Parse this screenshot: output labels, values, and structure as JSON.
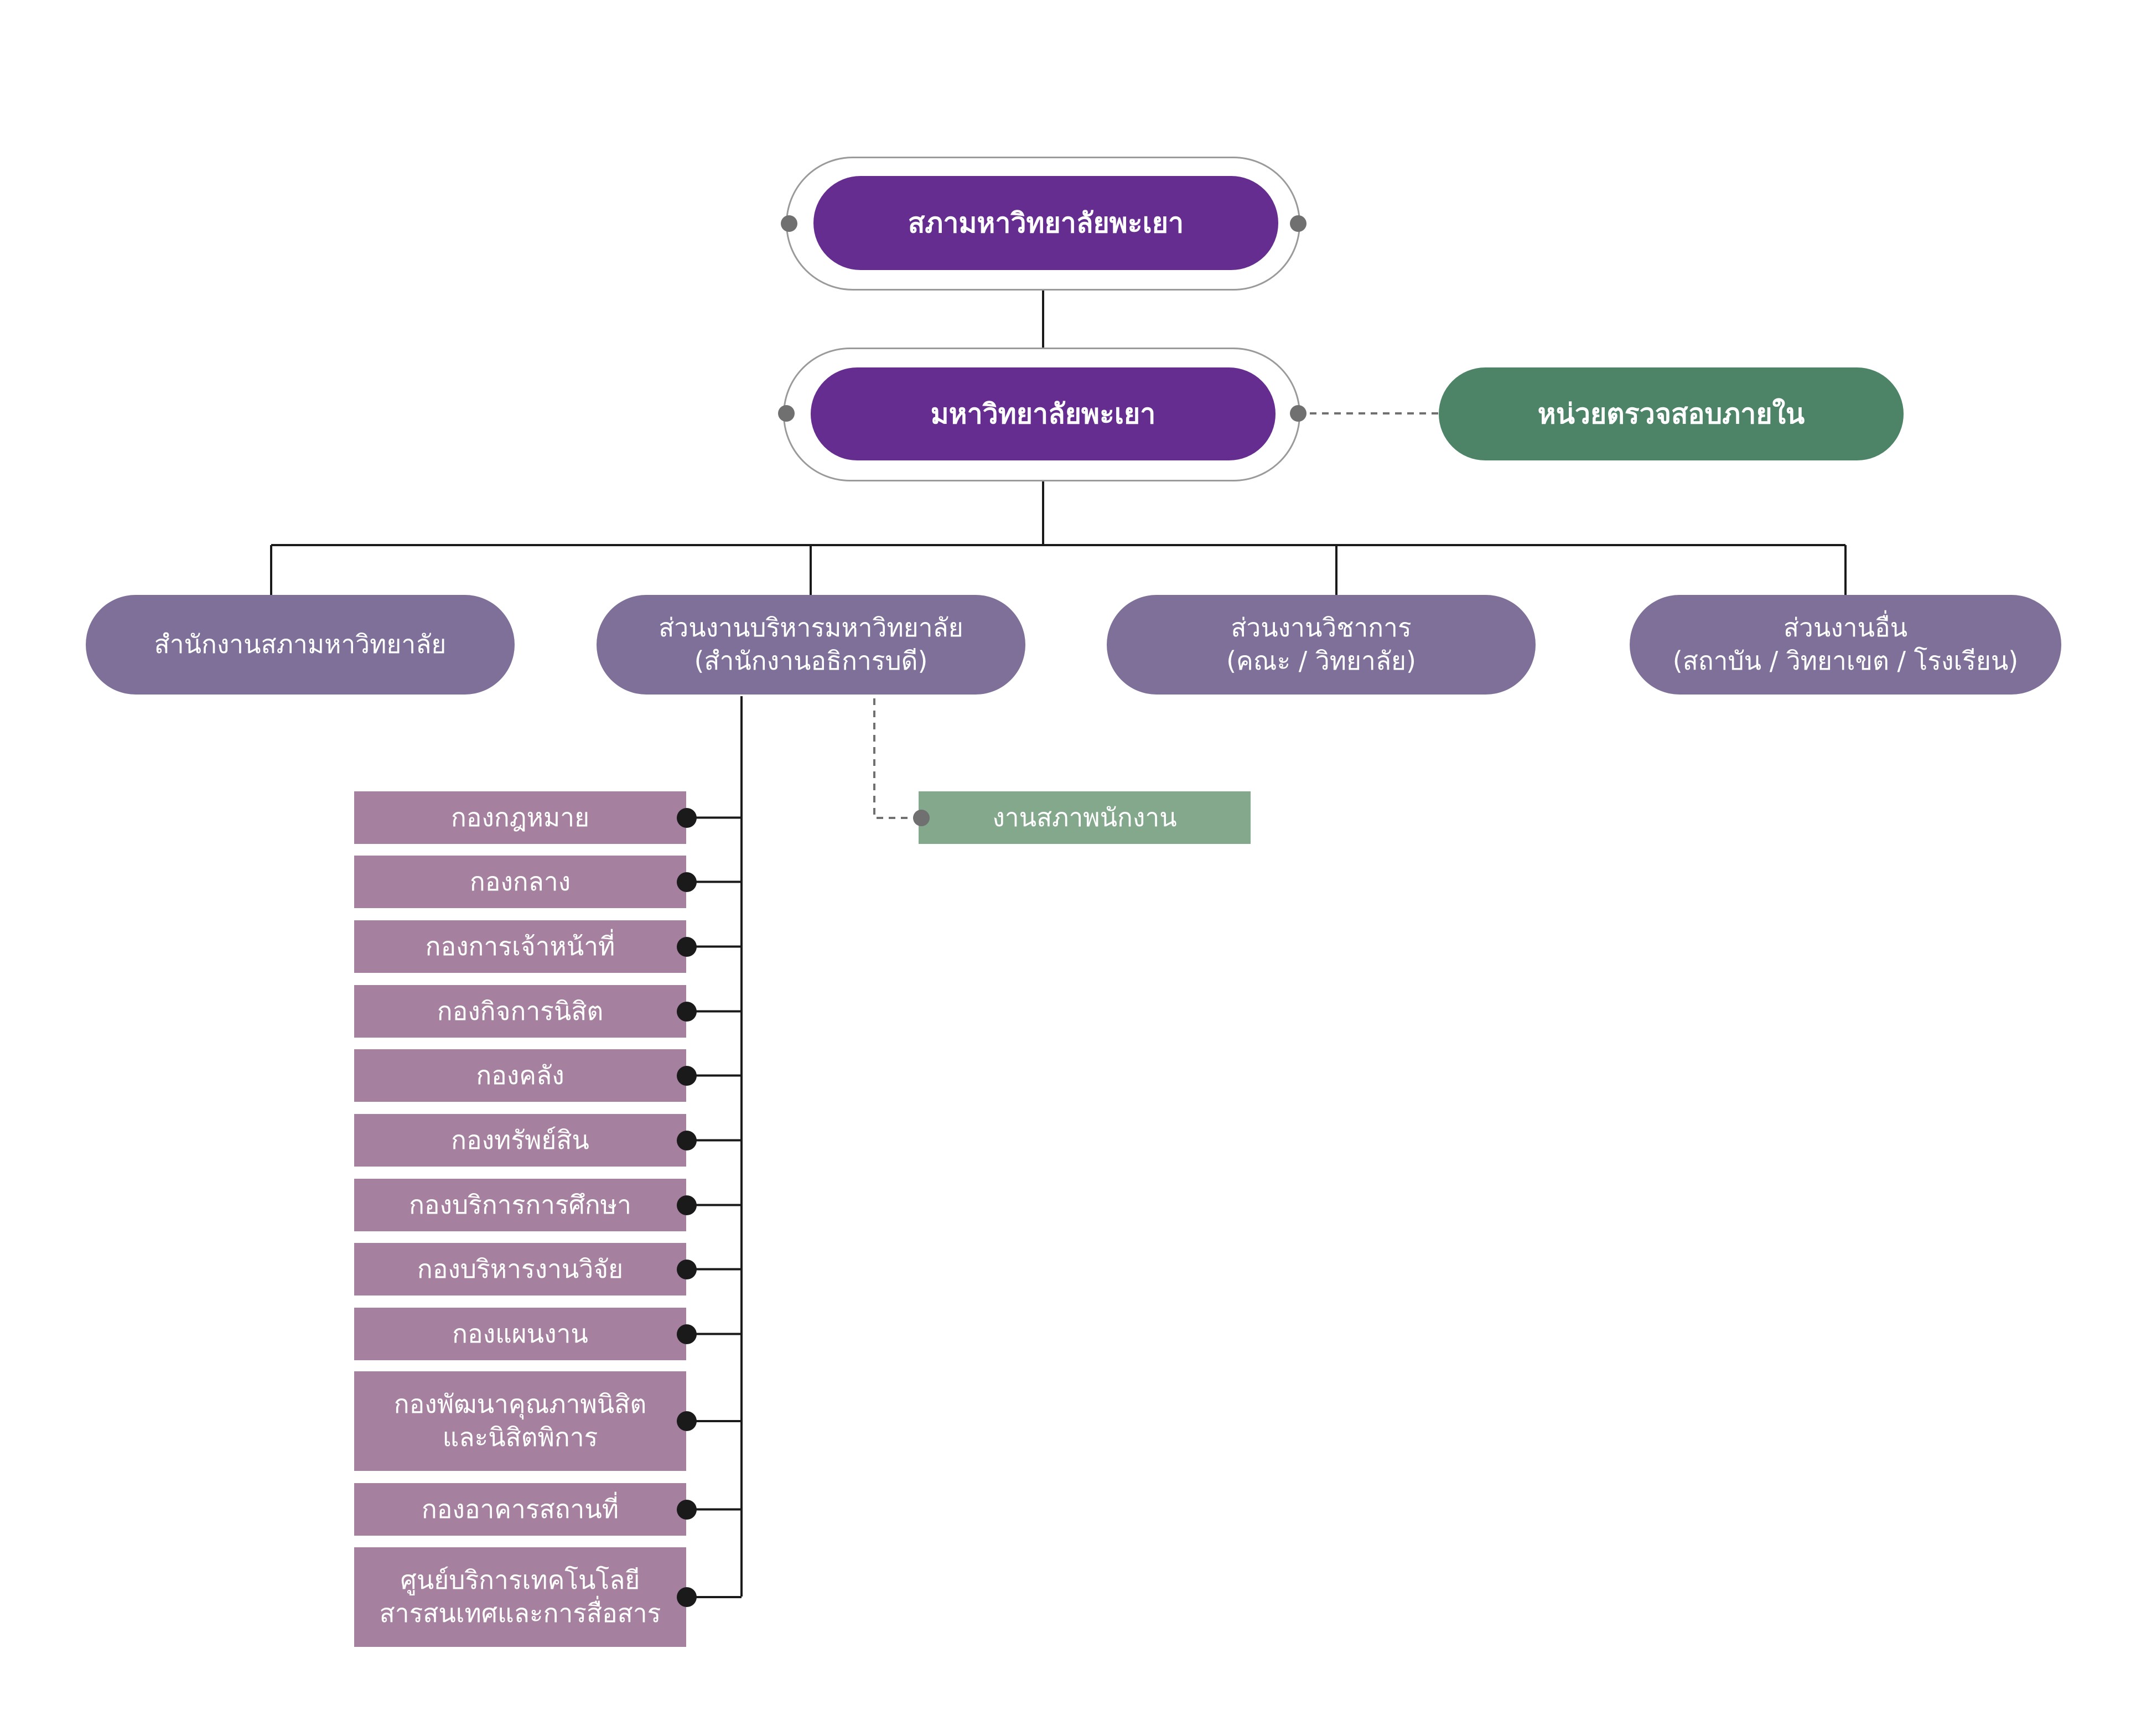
{
  "colors": {
    "primary_purple": "#662D91",
    "level2_purple": "#7E7099",
    "division_mauve": "#A6819F",
    "audit_green": "#4D8467",
    "union_green": "#83A88C",
    "line": "#1a1a1a",
    "dash": "#707070"
  },
  "top": {
    "council": "สภามหาวิทยาลัยพะเยา",
    "university": "มหาวิทยาลัยพะเยา",
    "audit": "หน่วยตรวจสอบภายใน"
  },
  "level2": [
    {
      "line1": "สำนักงานสภามหาวิทยาลัย",
      "line2": ""
    },
    {
      "line1": "ส่วนงานบริหารมหาวิทยาลัย",
      "line2": "(สำนักงานอธิการบดี)"
    },
    {
      "line1": "ส่วนงานวิชาการ",
      "line2": "(คณะ / วิทยาลัย)"
    },
    {
      "line1": "ส่วนงานอื่น",
      "line2": "(สถาบัน / วิทยาเขต / โรงเรียน)"
    }
  ],
  "staff_union": "งานสภาพนักงาน",
  "divisions": [
    {
      "line1": "กองกฎหมาย",
      "line2": ""
    },
    {
      "line1": "กองกลาง",
      "line2": ""
    },
    {
      "line1": "กองการเจ้าหน้าที่",
      "line2": ""
    },
    {
      "line1": "กองกิจการนิสิต",
      "line2": ""
    },
    {
      "line1": "กองคลัง",
      "line2": ""
    },
    {
      "line1": "กองทรัพย์สิน",
      "line2": ""
    },
    {
      "line1": "กองบริการการศึกษา",
      "line2": ""
    },
    {
      "line1": "กองบริหารงานวิจัย",
      "line2": ""
    },
    {
      "line1": "กองแผนงาน",
      "line2": ""
    },
    {
      "line1": "กองพัฒนาคุณภาพนิสิต",
      "line2": "และนิสิตพิการ"
    },
    {
      "line1": "กองอาคารสถานที่",
      "line2": ""
    },
    {
      "line1": "ศูนย์บริการเทคโนโลยี",
      "line2": "สารสนเทศและการสื่อสาร"
    }
  ]
}
